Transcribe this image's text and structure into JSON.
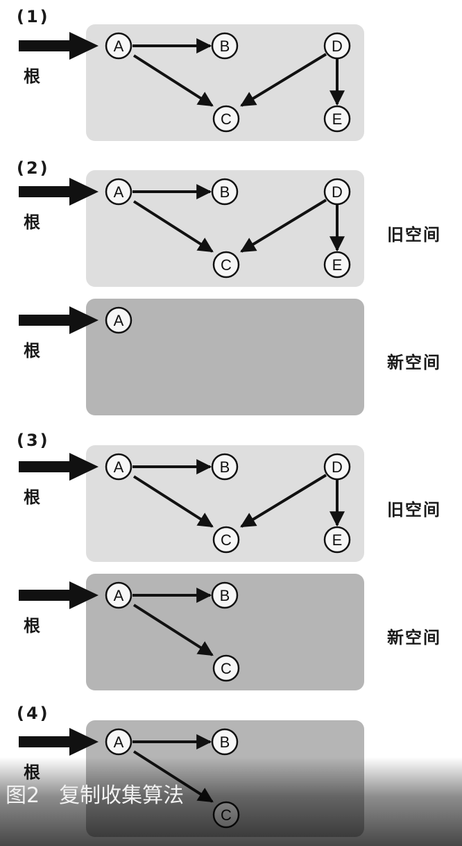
{
  "steps": [
    "(1)",
    "(2)",
    "(3)",
    "(4)"
  ],
  "root_label": "根",
  "old_space_label": "旧空间",
  "new_space_label": "新空间",
  "node_labels": {
    "A": "A",
    "B": "B",
    "C": "C",
    "D": "D",
    "E": "E"
  },
  "caption": {
    "prefix": "图2",
    "text": "复制收集算法"
  },
  "colors": {
    "old_space": "#dedede",
    "new_space": "#b5b5b5",
    "node_fill": "#f7f7f7",
    "ink": "#111111"
  }
}
